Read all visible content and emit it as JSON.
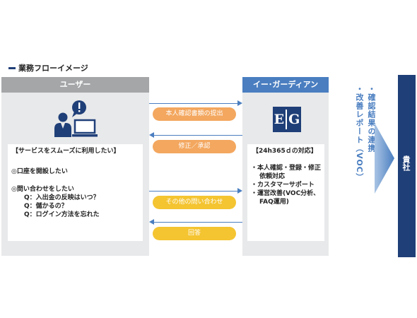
{
  "heading": "業務フローイメージ",
  "user": {
    "header": "ユーザー",
    "card_title": "【サービスをスムーズに利用したい】",
    "bullet1": "◎口座を開設したい",
    "bullet2": "◎問い合わせをしたい",
    "q1": "Q：入出金の反映はいつ？",
    "q2": "Q：儲かるの？",
    "q3": "Q：ログイン方法を忘れた"
  },
  "eg": {
    "header": "イー･ガーディアン",
    "logo_left": "E",
    "logo_right": "G",
    "card_title": "【24h365ｄの対応】",
    "item1_line1": "・本人確認・登録・修正",
    "item1_line2": "依頼対応",
    "item2": "・カスタマーサポート",
    "item3_line1": "・運営改善(VOC分析、",
    "item3_line2": "FAQ運用)"
  },
  "flows": {
    "f1": "本人確認書類の提出",
    "f2": "修正／承認",
    "f3": "その他の問い合わせ",
    "f4": "回答"
  },
  "report": {
    "line1": "・確認結果の連携",
    "line2": "・改善レポート（VOC）"
  },
  "company": "貴社",
  "colors": {
    "dark_navy": "#1f3f78",
    "blue": "#4a7ec0",
    "gray_header": "#a4a6a8",
    "panel": "#e8e9ea",
    "orange": "#f3a75f",
    "yellow": "#f4c431"
  }
}
